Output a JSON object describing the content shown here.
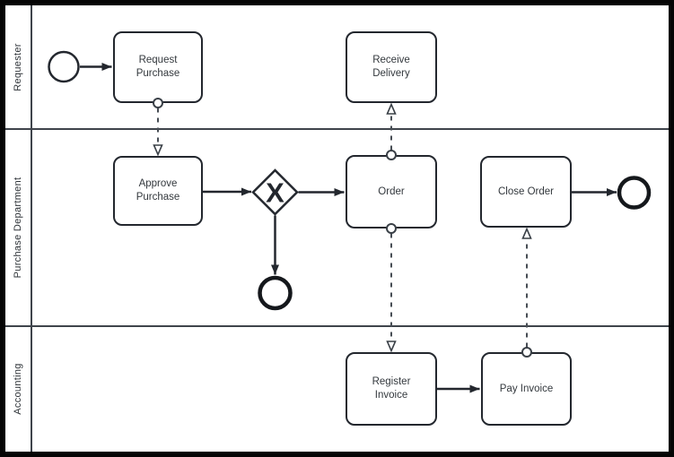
{
  "diagram": {
    "lanes": [
      {
        "label": "Requester"
      },
      {
        "label": "Purchase Department"
      },
      {
        "label": "Accounting"
      }
    ],
    "tasks": [
      {
        "id": "request-purchase",
        "label": "Request Purchase",
        "lane": "Requester"
      },
      {
        "id": "receive-delivery",
        "label": "Receive Delivery",
        "lane": "Requester"
      },
      {
        "id": "approve-purchase",
        "label": "Approve Purchase",
        "lane": "Purchase Department"
      },
      {
        "id": "order",
        "label": "Order",
        "lane": "Purchase Department"
      },
      {
        "id": "close-order",
        "label": "Close Order",
        "lane": "Purchase Department"
      },
      {
        "id": "register-invoice",
        "label": "Register Invoice",
        "lane": "Accounting"
      },
      {
        "id": "pay-invoice",
        "label": "Pay Invoice",
        "lane": "Accounting"
      }
    ],
    "gateway": {
      "id": "exclusive-gateway",
      "kind": "exclusive",
      "symbol": "X",
      "lane": "Purchase Department"
    },
    "events": [
      {
        "id": "start",
        "type": "start",
        "lane": "Requester"
      },
      {
        "id": "end-after-gateway",
        "type": "end",
        "lane": "Purchase Department"
      },
      {
        "id": "end-after-close-order",
        "type": "end",
        "lane": "Purchase Department"
      }
    ],
    "flows": [
      {
        "from": "start",
        "to": "request-purchase",
        "type": "sequence"
      },
      {
        "from": "request-purchase",
        "to": "approve-purchase",
        "type": "message"
      },
      {
        "from": "approve-purchase",
        "to": "exclusive-gateway",
        "type": "sequence"
      },
      {
        "from": "exclusive-gateway",
        "to": "order",
        "type": "sequence"
      },
      {
        "from": "exclusive-gateway",
        "to": "end-after-gateway",
        "type": "sequence"
      },
      {
        "from": "order",
        "to": "receive-delivery",
        "type": "message"
      },
      {
        "from": "order",
        "to": "register-invoice",
        "type": "message"
      },
      {
        "from": "register-invoice",
        "to": "pay-invoice",
        "type": "sequence"
      },
      {
        "from": "pay-invoice",
        "to": "close-order",
        "type": "message"
      },
      {
        "from": "close-order",
        "to": "end-after-close-order",
        "type": "sequence"
      }
    ],
    "colors": {
      "shape_stroke": "#23272e",
      "lane_line": "#3f444b",
      "message_line": "#474d54",
      "shape_fill": "#ffffff",
      "text": "#33383d",
      "pool_border": "#000000"
    }
  }
}
